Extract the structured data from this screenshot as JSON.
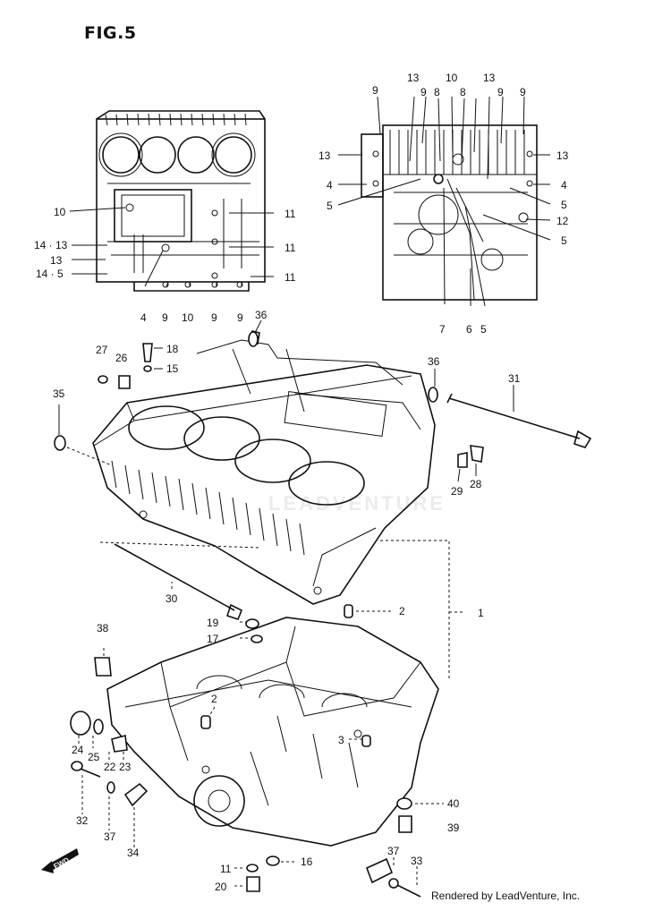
{
  "figure": {
    "title": "FIG.5"
  },
  "credit": "Rendered by LeadVenture, Inc.",
  "watermark": "LEADVENTURE",
  "fwd_arrow": "FWD",
  "colors": {
    "line": "#111111",
    "background": "#ffffff"
  },
  "callouts": [
    {
      "id": "c1",
      "text": "9"
    },
    {
      "id": "c2",
      "text": "13"
    },
    {
      "id": "c3",
      "text": "9"
    },
    {
      "id": "c4",
      "text": "8"
    },
    {
      "id": "c5",
      "text": "10"
    },
    {
      "id": "c6",
      "text": "8"
    },
    {
      "id": "c7",
      "text": "13"
    },
    {
      "id": "c8",
      "text": "9"
    },
    {
      "id": "c9",
      "text": "9"
    },
    {
      "id": "c10",
      "text": "13"
    },
    {
      "id": "c11",
      "text": "4"
    },
    {
      "id": "c12",
      "text": "5"
    },
    {
      "id": "c13",
      "text": "13"
    },
    {
      "id": "c14",
      "text": "4"
    },
    {
      "id": "c15",
      "text": "5"
    },
    {
      "id": "c16",
      "text": "12"
    },
    {
      "id": "c17",
      "text": "5"
    },
    {
      "id": "c18",
      "text": "7"
    },
    {
      "id": "c19",
      "text": "6"
    },
    {
      "id": "c20",
      "text": "5"
    },
    {
      "id": "c21",
      "text": "10"
    },
    {
      "id": "c22",
      "text": "11"
    },
    {
      "id": "c23",
      "text": "14 · 13"
    },
    {
      "id": "c24",
      "text": "11"
    },
    {
      "id": "c25",
      "text": "13"
    },
    {
      "id": "c26",
      "text": "14 · 5"
    },
    {
      "id": "c27",
      "text": "11"
    },
    {
      "id": "c28",
      "text": "4"
    },
    {
      "id": "c29",
      "text": "9"
    },
    {
      "id": "c30",
      "text": "10"
    },
    {
      "id": "c31",
      "text": "9"
    },
    {
      "id": "c32",
      "text": "9"
    },
    {
      "id": "c33",
      "text": "36"
    },
    {
      "id": "c34",
      "text": "27"
    },
    {
      "id": "c35",
      "text": "18"
    },
    {
      "id": "c36",
      "text": "26"
    },
    {
      "id": "c37",
      "text": "15"
    },
    {
      "id": "c38",
      "text": "36"
    },
    {
      "id": "c39",
      "text": "31"
    },
    {
      "id": "c40",
      "text": "35"
    },
    {
      "id": "c41",
      "text": "29"
    },
    {
      "id": "c42",
      "text": "28"
    },
    {
      "id": "c43",
      "text": "30"
    },
    {
      "id": "c44",
      "text": "19"
    },
    {
      "id": "c45",
      "text": "2"
    },
    {
      "id": "c46",
      "text": "1"
    },
    {
      "id": "c47",
      "text": "17"
    },
    {
      "id": "c48",
      "text": "38"
    },
    {
      "id": "c49",
      "text": "2"
    },
    {
      "id": "c50",
      "text": "3"
    },
    {
      "id": "c51",
      "text": "24"
    },
    {
      "id": "c52",
      "text": "25"
    },
    {
      "id": "c53",
      "text": "22"
    },
    {
      "id": "c54",
      "text": "23"
    },
    {
      "id": "c55",
      "text": "40"
    },
    {
      "id": "c56",
      "text": "39"
    },
    {
      "id": "c57",
      "text": "32"
    },
    {
      "id": "c58",
      "text": "37"
    },
    {
      "id": "c59",
      "text": "34"
    },
    {
      "id": "c60",
      "text": "37"
    },
    {
      "id": "c61",
      "text": "33"
    },
    {
      "id": "c62",
      "text": "16"
    },
    {
      "id": "c63",
      "text": "11"
    },
    {
      "id": "c64",
      "text": "20"
    }
  ]
}
